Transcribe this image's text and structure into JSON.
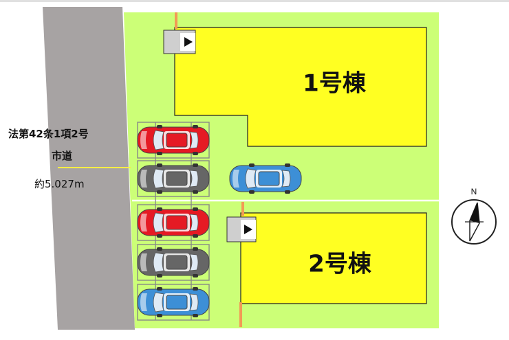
{
  "road": {
    "name_line1": "法第42条1項2号",
    "name_line2": "市道",
    "width": "約5.027m"
  },
  "buildings": [
    {
      "label": "1号棟"
    },
    {
      "label": "2号棟"
    }
  ],
  "compass": {
    "north_label": "N"
  },
  "parking": {
    "cars": [
      {
        "color": "red"
      },
      {
        "color": "gray"
      },
      {
        "color": "blue"
      },
      {
        "color": "red"
      },
      {
        "color": "gray"
      },
      {
        "color": "blue"
      }
    ]
  },
  "colors": {
    "lot": "#ccff77",
    "building": "#ffff22",
    "road": "#a7a3a3",
    "red_car": "#e51a24",
    "gray_car": "#666666",
    "blue_car": "#3d8fd6"
  }
}
